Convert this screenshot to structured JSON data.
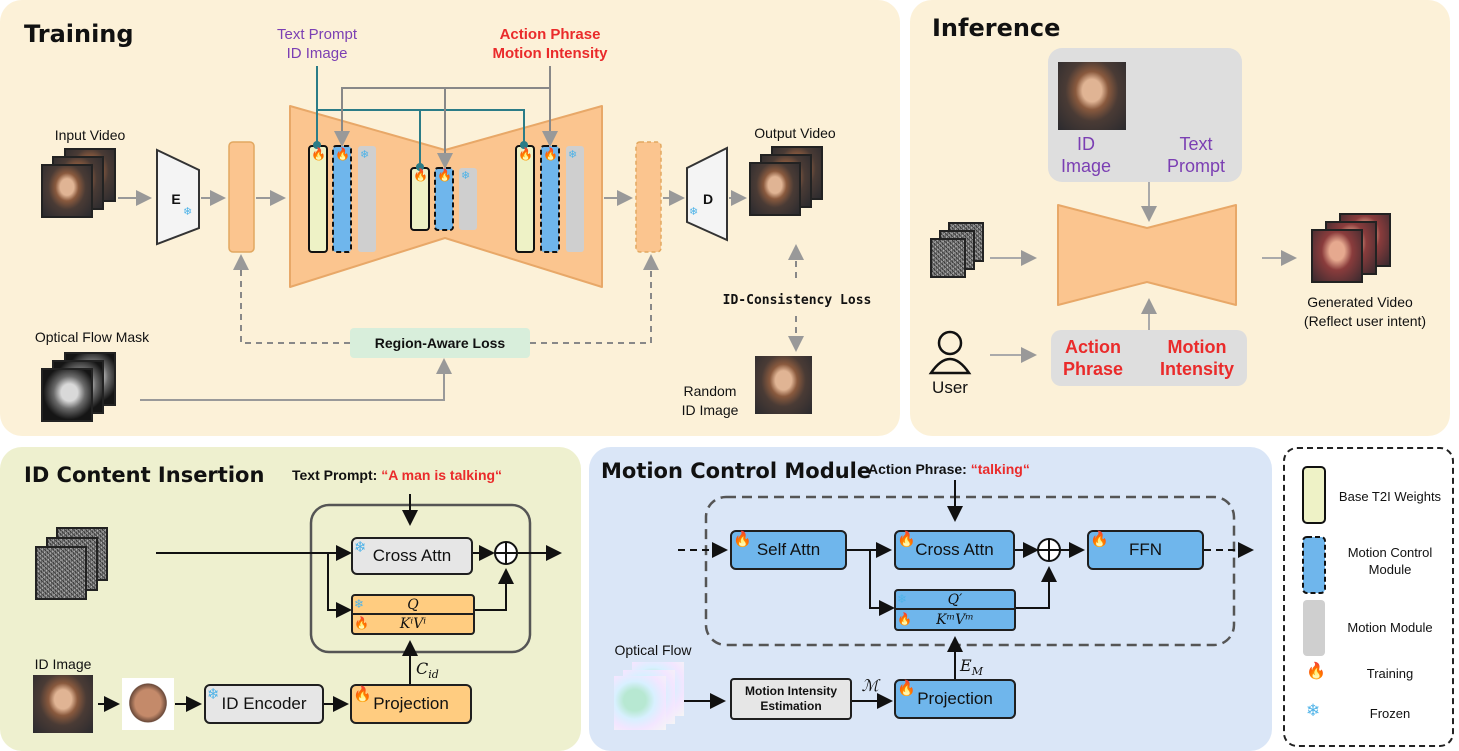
{
  "training": {
    "title": "Training",
    "text_prompt": "Text Prompt",
    "id_image": "ID Image",
    "action_phrase": "Action Phrase",
    "motion_intensity": "Motion Intensity",
    "input_video": "Input Video",
    "output_video": "Output Video",
    "encoder": "E",
    "decoder": "D",
    "id_consistency_loss": "ID-Consistency Loss",
    "region_aware_loss": "Region-Aware Loss",
    "optical_flow_mask": "Optical Flow Mask",
    "random_id_image": "Random\nID Image"
  },
  "inference": {
    "title": "Inference",
    "id_image": "ID\nImage",
    "text_prompt": "Text\nPrompt",
    "user": "User",
    "action_phrase": "Action\nPhrase",
    "motion_intensity": "Motion\nIntensity",
    "generated_video": "Generated Video",
    "reflect": "(Reflect user intent)"
  },
  "id_content": {
    "title": "ID Content Insertion",
    "prompt_label": "Text Prompt:",
    "prompt_value": "“A man is talking“",
    "cross_attn": "Cross Attn",
    "q": "Q",
    "kv": "KⁱVⁱ",
    "cid": "C",
    "cid_sub": "id",
    "id_image": "ID Image",
    "id_encoder": "ID Encoder",
    "projection": "Projection"
  },
  "motion_control": {
    "title": "Motion Control Module",
    "phrase_label": "Action Phrase:",
    "phrase_value": "“talking“",
    "self_attn": "Self Attn",
    "cross_attn": "Cross Attn",
    "ffn": "FFN",
    "q": "Q′",
    "kv": "KᵐVᵐ",
    "em": "E",
    "em_sub": "M",
    "optical_flow": "Optical Flow",
    "mie": "Motion Intensity\nEstimation",
    "m": "ℳ",
    "projection": "Projection"
  },
  "legend": {
    "base": "Base T2I Weights",
    "motion_control": "Motion Control\nModule",
    "motion_module": "Motion Module",
    "training": "Training",
    "frozen": "Frozen"
  },
  "colors": {
    "panel_cream": "#fcf1d8",
    "panel_green": "#eef0cf",
    "panel_blue": "#dae6f7",
    "unet_orange": "#fbc58f",
    "accent_red": "#ea2b2b",
    "accent_purple": "#7b3fb3",
    "loss_green": "#d8eedb"
  }
}
